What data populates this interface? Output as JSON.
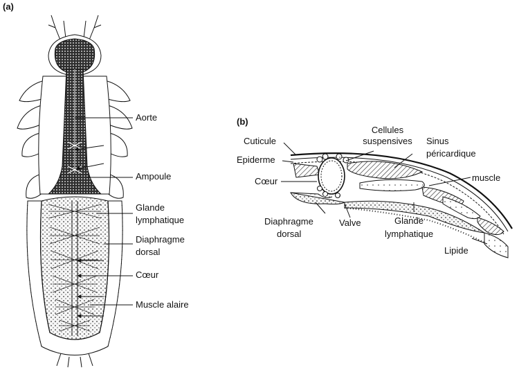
{
  "panel_a": {
    "tag": "(a)",
    "labels": {
      "aorte": "Aorte",
      "ampoule": "Ampoule",
      "glande_l1": "Glande",
      "glande_l2": "lymphatique",
      "diaphragme_l1": "Diaphragme",
      "diaphragme_l2": "dorsal",
      "coeur": "Cœur",
      "muscle_alaire": "Muscle alaire"
    }
  },
  "panel_b": {
    "tag": "(b)",
    "labels": {
      "cuticule": "Cuticule",
      "epiderme": "Epiderme",
      "coeur": "Cœur",
      "cellules_l1": "Cellules",
      "cellules_l2": "suspensives",
      "sinus_l1": "Sinus",
      "sinus_l2": "péricardique",
      "muscle": "muscle",
      "diaphragme_l1": "Diaphragme",
      "diaphragme_l2": "dorsal",
      "valve": "Valve",
      "glande_l1": "Glande",
      "glande_l2": "lymphatique",
      "lipide": "Lipide"
    }
  },
  "colors": {
    "ink": "#111111",
    "vessel_fill": "#3a3a3a",
    "gland_fill": "#f4f4f4"
  }
}
